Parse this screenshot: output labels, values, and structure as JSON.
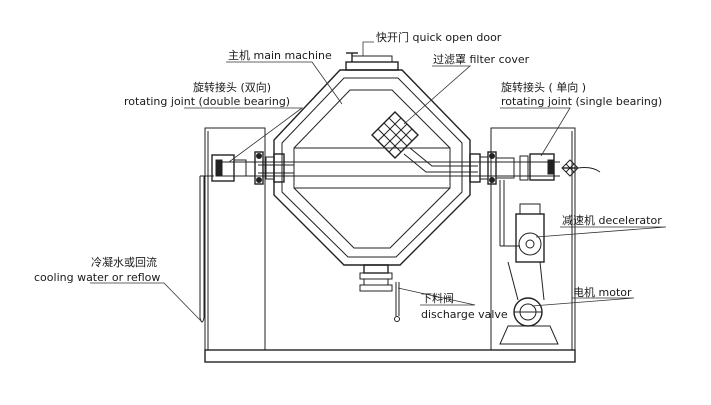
{
  "labels": {
    "quick_open_door": "快开门 quick open door",
    "main_machine": "主机 main machine",
    "filter_cover": "过滤罩 filter cover",
    "rotating_joint_double_cn": "旋转接头 (双向)",
    "rotating_joint_double_en": "rotating joint (double bearing)",
    "rotating_joint_single_cn": "旋转接头 ( 单向 )",
    "rotating_joint_single_en": "rotating joint (single bearing)",
    "decelerator": "减速机 decelerator",
    "cooling_water_cn": "冷凝水或回流",
    "cooling_water_en": "cooling water or reflow",
    "discharge_valve_cn": "下料阀",
    "discharge_valve_en": "discharge valve",
    "motor": "电机 motor"
  }
}
